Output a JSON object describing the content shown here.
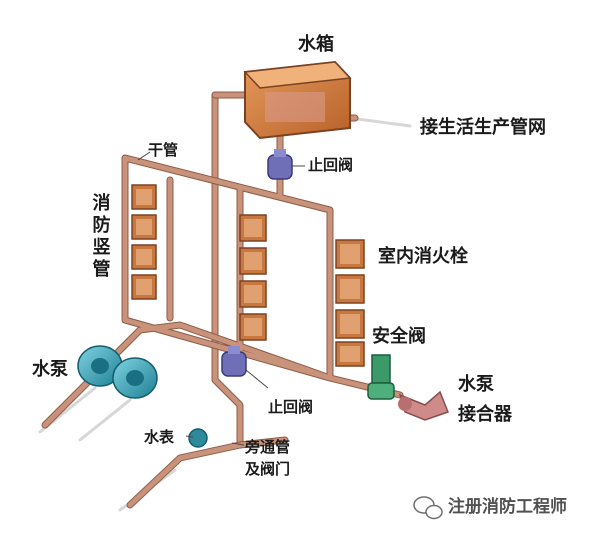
{
  "labels": {
    "water_tank": "水箱",
    "city_supply": "接生活生产管网",
    "main_pipe": "干管",
    "check_valve_top": "止回阀",
    "riser": "消防竖管",
    "indoor_hydrant": "室内消火栓",
    "safety_valve": "安全阀",
    "pump": "水泵",
    "check_valve_bottom": "止回阀",
    "pump_connector_line1": "水泵",
    "pump_connector_line2": "接合器",
    "water_meter": "水表",
    "bypass_line1": "旁通管",
    "bypass_line2": "及阀门",
    "watermark": "注册消防工程师"
  },
  "colors": {
    "pipe": "#c9927a",
    "cabinet": "#c8773f",
    "pump": "#2e9bb0",
    "valve": "#6f6fb8",
    "safety_valve": "#3a9a6a",
    "connector": "#cf8a8a"
  },
  "icons": {
    "watermark_logo": "wechat-icon"
  }
}
